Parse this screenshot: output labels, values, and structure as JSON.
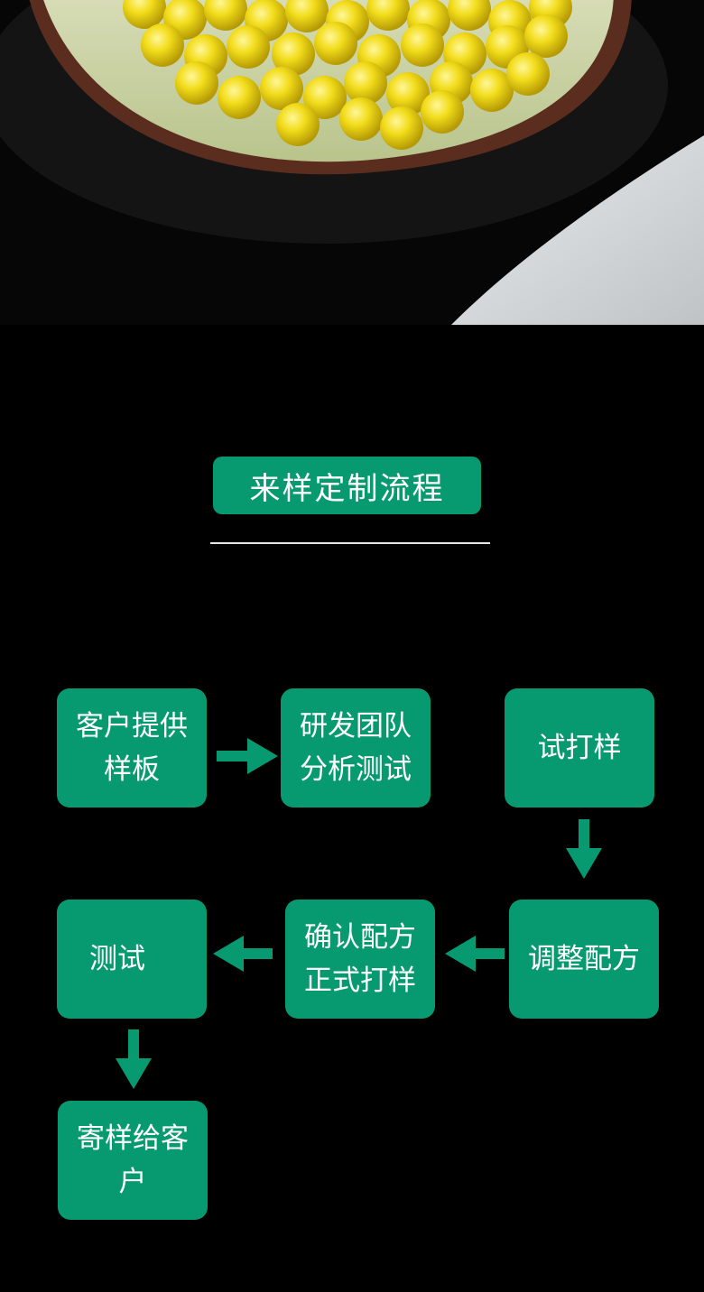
{
  "hero": {
    "description_icon": "yellow-beads-bowl-photo"
  },
  "title": "来样定制流程",
  "steps": [
    {
      "id": "s1",
      "lines": [
        "客户提供",
        "样板"
      ]
    },
    {
      "id": "s2",
      "lines": [
        "研发团队",
        "分析测试"
      ]
    },
    {
      "id": "s3",
      "lines": [
        "试打样"
      ]
    },
    {
      "id": "s4",
      "lines": [
        "调整配方"
      ]
    },
    {
      "id": "s5",
      "lines": [
        "确认配方",
        "正式打样"
      ]
    },
    {
      "id": "s6",
      "lines": [
        "测试"
      ]
    },
    {
      "id": "s7",
      "lines": [
        "寄样给客",
        "户"
      ]
    }
  ],
  "colors": {
    "accent": "#079a70",
    "background": "#000000",
    "text": "#ffffff"
  }
}
